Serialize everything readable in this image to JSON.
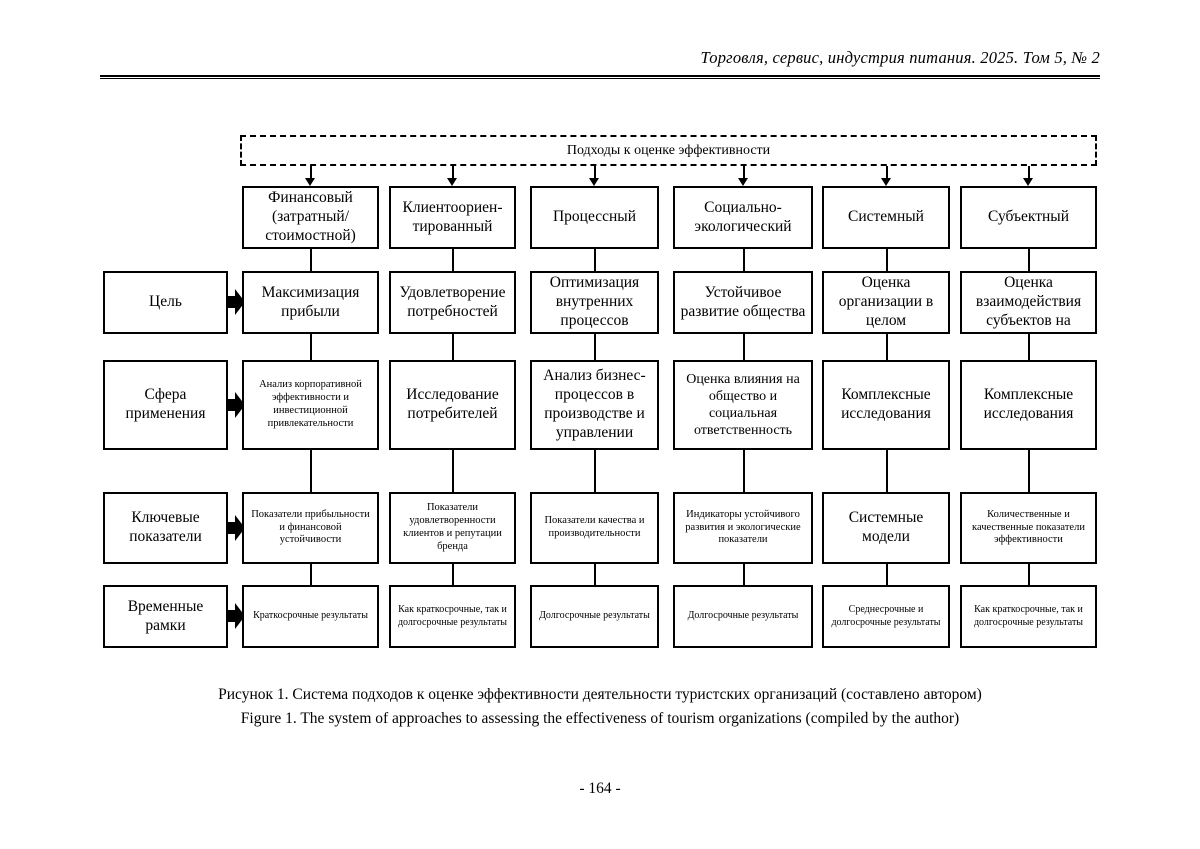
{
  "header": {
    "running_head": "Торговля, сервис, индустрия питания. 2025. Том 5, № 2"
  },
  "figure": {
    "banner": "Подходы к оценке эффективности",
    "row_labels": [
      "Цель",
      "Сфера применения",
      "Ключевые показатели",
      "Временные рамки"
    ],
    "columns": [
      {
        "header": "Финансовый (затратный/ стоимостной)",
        "goal": "Максимизация прибыли",
        "scope": "Анализ корпоративной эффективности и инвестиционной привлекательности",
        "indicators": "Показатели прибыльности и финансовой устойчивости",
        "timeframe": "Краткосрочные результаты"
      },
      {
        "header": "Клиентоориен- тированный",
        "goal": "Удовлетворение потребностей",
        "scope": "Исследование потребителей",
        "indicators": "Показатели удовлетворенности клиентов и репутации бренда",
        "timeframe": "Как краткосрочные, так и долгосрочные результаты"
      },
      {
        "header": "Процессный",
        "goal": "Оптимизация внутренних процессов",
        "scope": "Анализ бизнес-процессов в производстве и управлении",
        "indicators": "Показатели качества и производительности",
        "timeframe": "Долгосрочные результаты"
      },
      {
        "header": "Социально-экологический",
        "goal": "Устойчивое развитие общества",
        "scope": "Оценка влияния на общество и социальная ответственность",
        "indicators": "Индикаторы устойчивого развития и экологические показатели",
        "timeframe": "Долгосрочные результаты"
      },
      {
        "header": "Системный",
        "goal": "Оценка организации в целом",
        "scope": "Комплексные исследования",
        "indicators": "Системные модели",
        "timeframe": "Среднесрочные и долгосрочные результаты"
      },
      {
        "header": "Субъектный",
        "goal": "Оценка взаимодействия субъектов на",
        "scope": "Комплексные исследования",
        "indicators": "Количественные и качественные показатели эффективности",
        "timeframe": "Как краткосрочные, так и долгосрочные результаты"
      }
    ]
  },
  "caption": {
    "ru": "Рисунок 1. Система подходов к оценке эффективности деятельности туристских организаций (составлено автором)",
    "en": "Figure 1. The system of approaches to assessing the effectiveness of tourism organizations (compiled by the author)"
  },
  "footer": {
    "page_number": "- 164 -"
  }
}
